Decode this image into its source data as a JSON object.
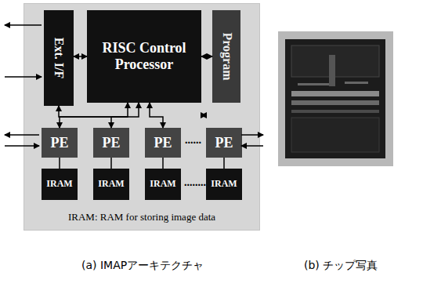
{
  "diagram": {
    "nodes": [
      {
        "text": [
          "IRAM: RAM for storing image data"
        ]
      },
      {
        "text": [
          "Ext. I/F"
        ],
        "in": 0
      },
      {
        "text": [
          "RISC Control Processor"
        ],
        "in": 0
      },
      {
        "text": [
          "Program"
        ],
        "in": 0
      },
      {
        "text": [
          "PE"
        ],
        "in": 0
      },
      {
        "text": [
          "PE"
        ],
        "in": 0
      },
      {
        "text": [
          "PE"
        ],
        "in": 0
      },
      {
        "text": [
          "PE"
        ],
        "in": 0
      },
      {
        "text": [
          "IRAM"
        ],
        "in": 0
      },
      {
        "text": [
          "IRAM"
        ],
        "in": 0
      },
      {
        "text": [
          "IRAM"
        ],
        "in": 0
      },
      {
        "text": [
          "IRAM"
        ],
        "in": 0
      }
    ],
    "edges": [
      {
        "from": 1,
        "to": 2,
        "arrow": "both"
      },
      {
        "from": 2,
        "to": 3,
        "arrow": "both"
      },
      {
        "from": 2,
        "to": 4,
        "arrow": "both"
      },
      {
        "from": 2,
        "to": 5,
        "arrow": "both"
      },
      {
        "from": 2,
        "to": 6,
        "arrow": "both"
      },
      {
        "from": 2,
        "to": 7,
        "arrow": "both"
      },
      {
        "from": 4,
        "to": 8,
        "arrow": "none"
      },
      {
        "from": 5,
        "to": 9,
        "arrow": "none"
      },
      {
        "from": 6,
        "to": 10,
        "arrow": "none"
      },
      {
        "from": 7,
        "to": 11,
        "arrow": "none"
      }
    ],
    "labels": [
      "......",
      "........",
      "(a) IMAPアーキテクチャ",
      "(b) チップ写真"
    ]
  }
}
